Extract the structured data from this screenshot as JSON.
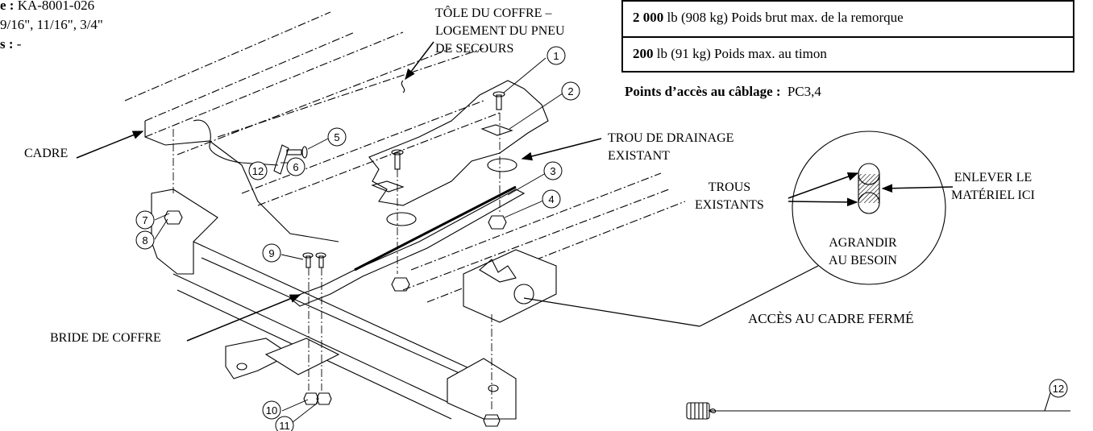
{
  "header": {
    "line1_label": "e :",
    "line1_value": "KA-8001-026",
    "line2": "9/16\", 11/16\", 3/4\"",
    "line3_label": "s :",
    "line3_value": "-"
  },
  "capacity_box": {
    "row1_bold": "2 000",
    "row1_text": "lb (908 kg) Poids brut max. de la remorque",
    "row2_bold": "200",
    "row2_text": "lb (91 kg) Poids max. au timon"
  },
  "wiring": {
    "label": "Points d’accès au câblage :",
    "value": "PC3,4"
  },
  "callouts": {
    "trunk_panel_1": "TÔLE DU COFFRE –",
    "trunk_panel_2": "LOGEMENT DU PNEU",
    "trunk_panel_3": "DE SECOURS",
    "drain_hole_1": "TROU DE DRAINAGE",
    "drain_hole_2": "EXISTANT",
    "frame": "CADRE",
    "existing_holes_1": "TROUS",
    "existing_holes_2": "EXISTANTS",
    "remove_material_1": "ENLEVER LE",
    "remove_material_2": "MATÉRIEL ICI",
    "enlarge_1": "AGRANDIR",
    "enlarge_2": "AU BESOIN",
    "closed_frame_access": "ACCÈS AU CADRE FERMÉ",
    "trunk_bracket": "BRIDE DE COFFRE"
  },
  "part_numbers": [
    "1",
    "2",
    "3",
    "4",
    "5",
    "6",
    "7",
    "8",
    "9",
    "10",
    "11",
    "12",
    "12"
  ]
}
